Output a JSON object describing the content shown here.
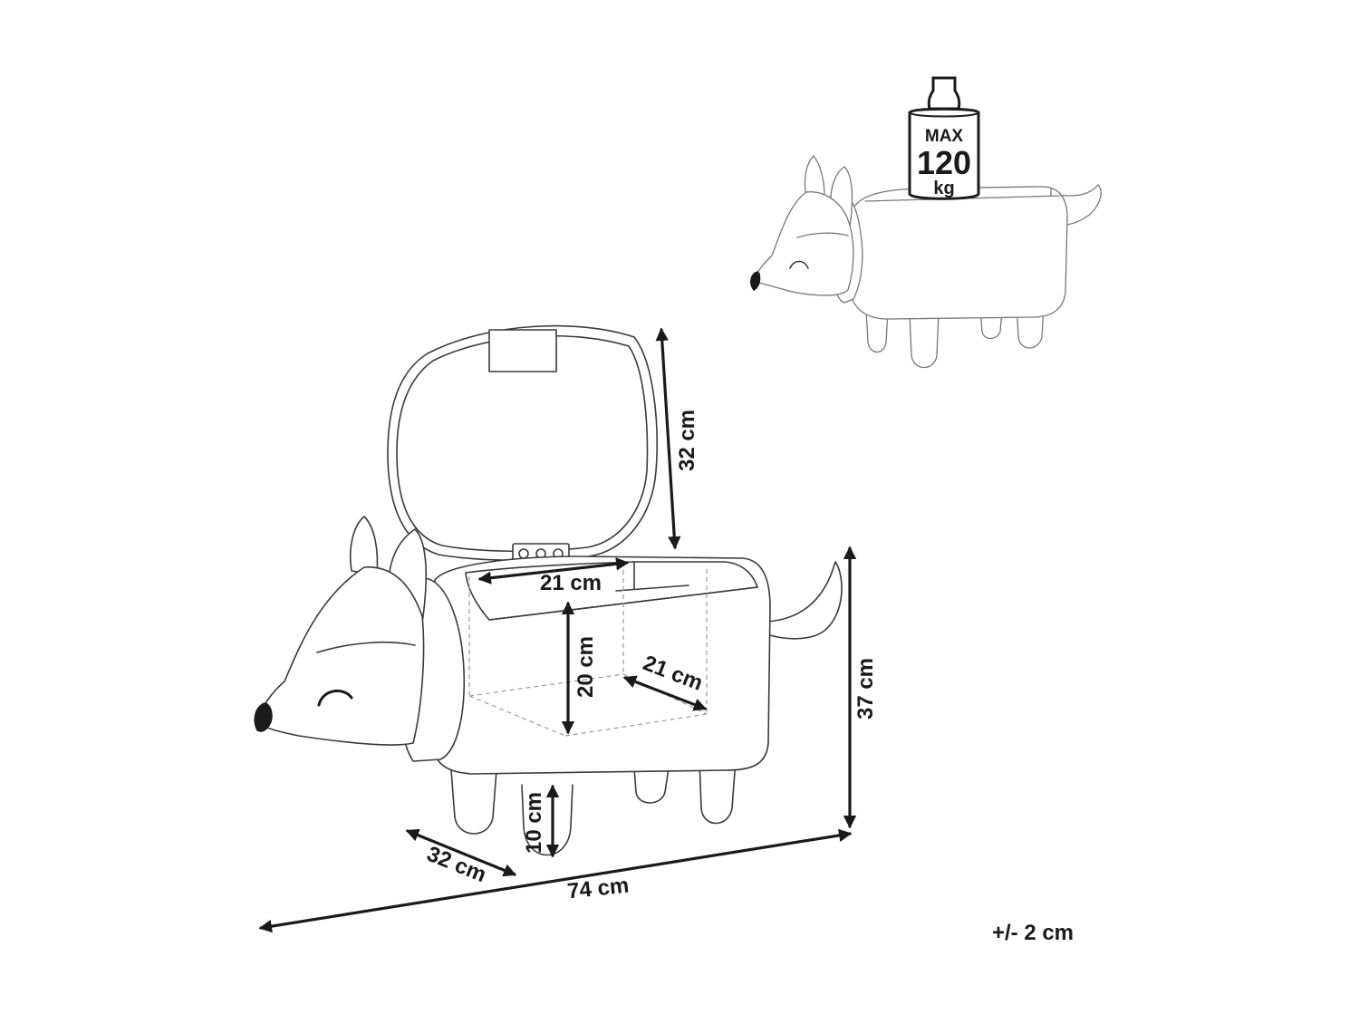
{
  "dimensions": {
    "lid_height": "32 cm",
    "opening_width": "21 cm",
    "opening_depth": "21 cm",
    "storage_height": "20 cm",
    "total_height": "37 cm",
    "leg_height": "10 cm",
    "depth": "32 cm",
    "length": "74 cm"
  },
  "weight_badge": {
    "line1": "MAX",
    "line2": "120",
    "line3": "kg"
  },
  "tolerance": "+/- 2 cm"
}
